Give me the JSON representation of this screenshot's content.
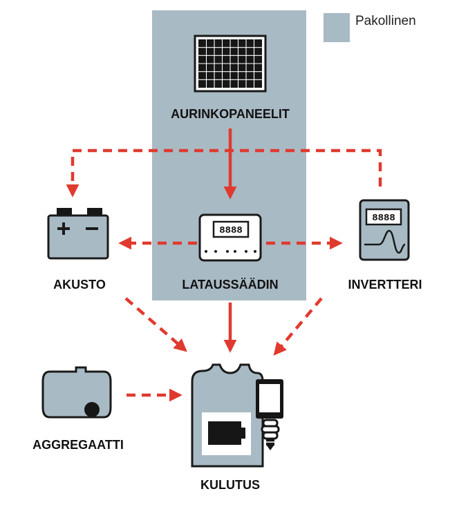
{
  "legend": {
    "label": "Pakollinen",
    "color": "#a8bac4"
  },
  "colors": {
    "arrow": "#e03a2f",
    "mandatory_bg": "#a8bac4",
    "stroke": "#1a1a1a"
  },
  "nodes": {
    "solar_panels": {
      "label": "AURINKOPANEELIT",
      "icon": "solar-panel-icon"
    },
    "charge_controller": {
      "label": "LATAUSSÄÄDIN",
      "icon": "charge-controller-icon",
      "display": "8888"
    },
    "battery": {
      "label": "AKUSTO",
      "icon": "battery-icon",
      "plus": "+",
      "minus": "−"
    },
    "inverter": {
      "label": "INVERTTERI",
      "icon": "inverter-icon",
      "display": "8888"
    },
    "generator": {
      "label": "AGGREGAATTI",
      "icon": "generator-icon"
    },
    "consumption": {
      "label": "KULUTUS",
      "icon": "house-appliances-icon"
    }
  },
  "connections": [
    {
      "from": "solar_panels",
      "to": "charge_controller",
      "style": "solid"
    },
    {
      "from": "charge_controller",
      "to": "consumption",
      "style": "solid"
    },
    {
      "from": "charge_controller",
      "to": "battery",
      "style": "dashed"
    },
    {
      "from": "charge_controller",
      "to": "inverter",
      "style": "dashed"
    },
    {
      "from": "inverter",
      "to": "battery",
      "style": "dashed"
    },
    {
      "from": "battery",
      "to": "consumption",
      "style": "dashed"
    },
    {
      "from": "inverter",
      "to": "consumption",
      "style": "dashed"
    },
    {
      "from": "generator",
      "to": "consumption",
      "style": "dashed"
    }
  ]
}
